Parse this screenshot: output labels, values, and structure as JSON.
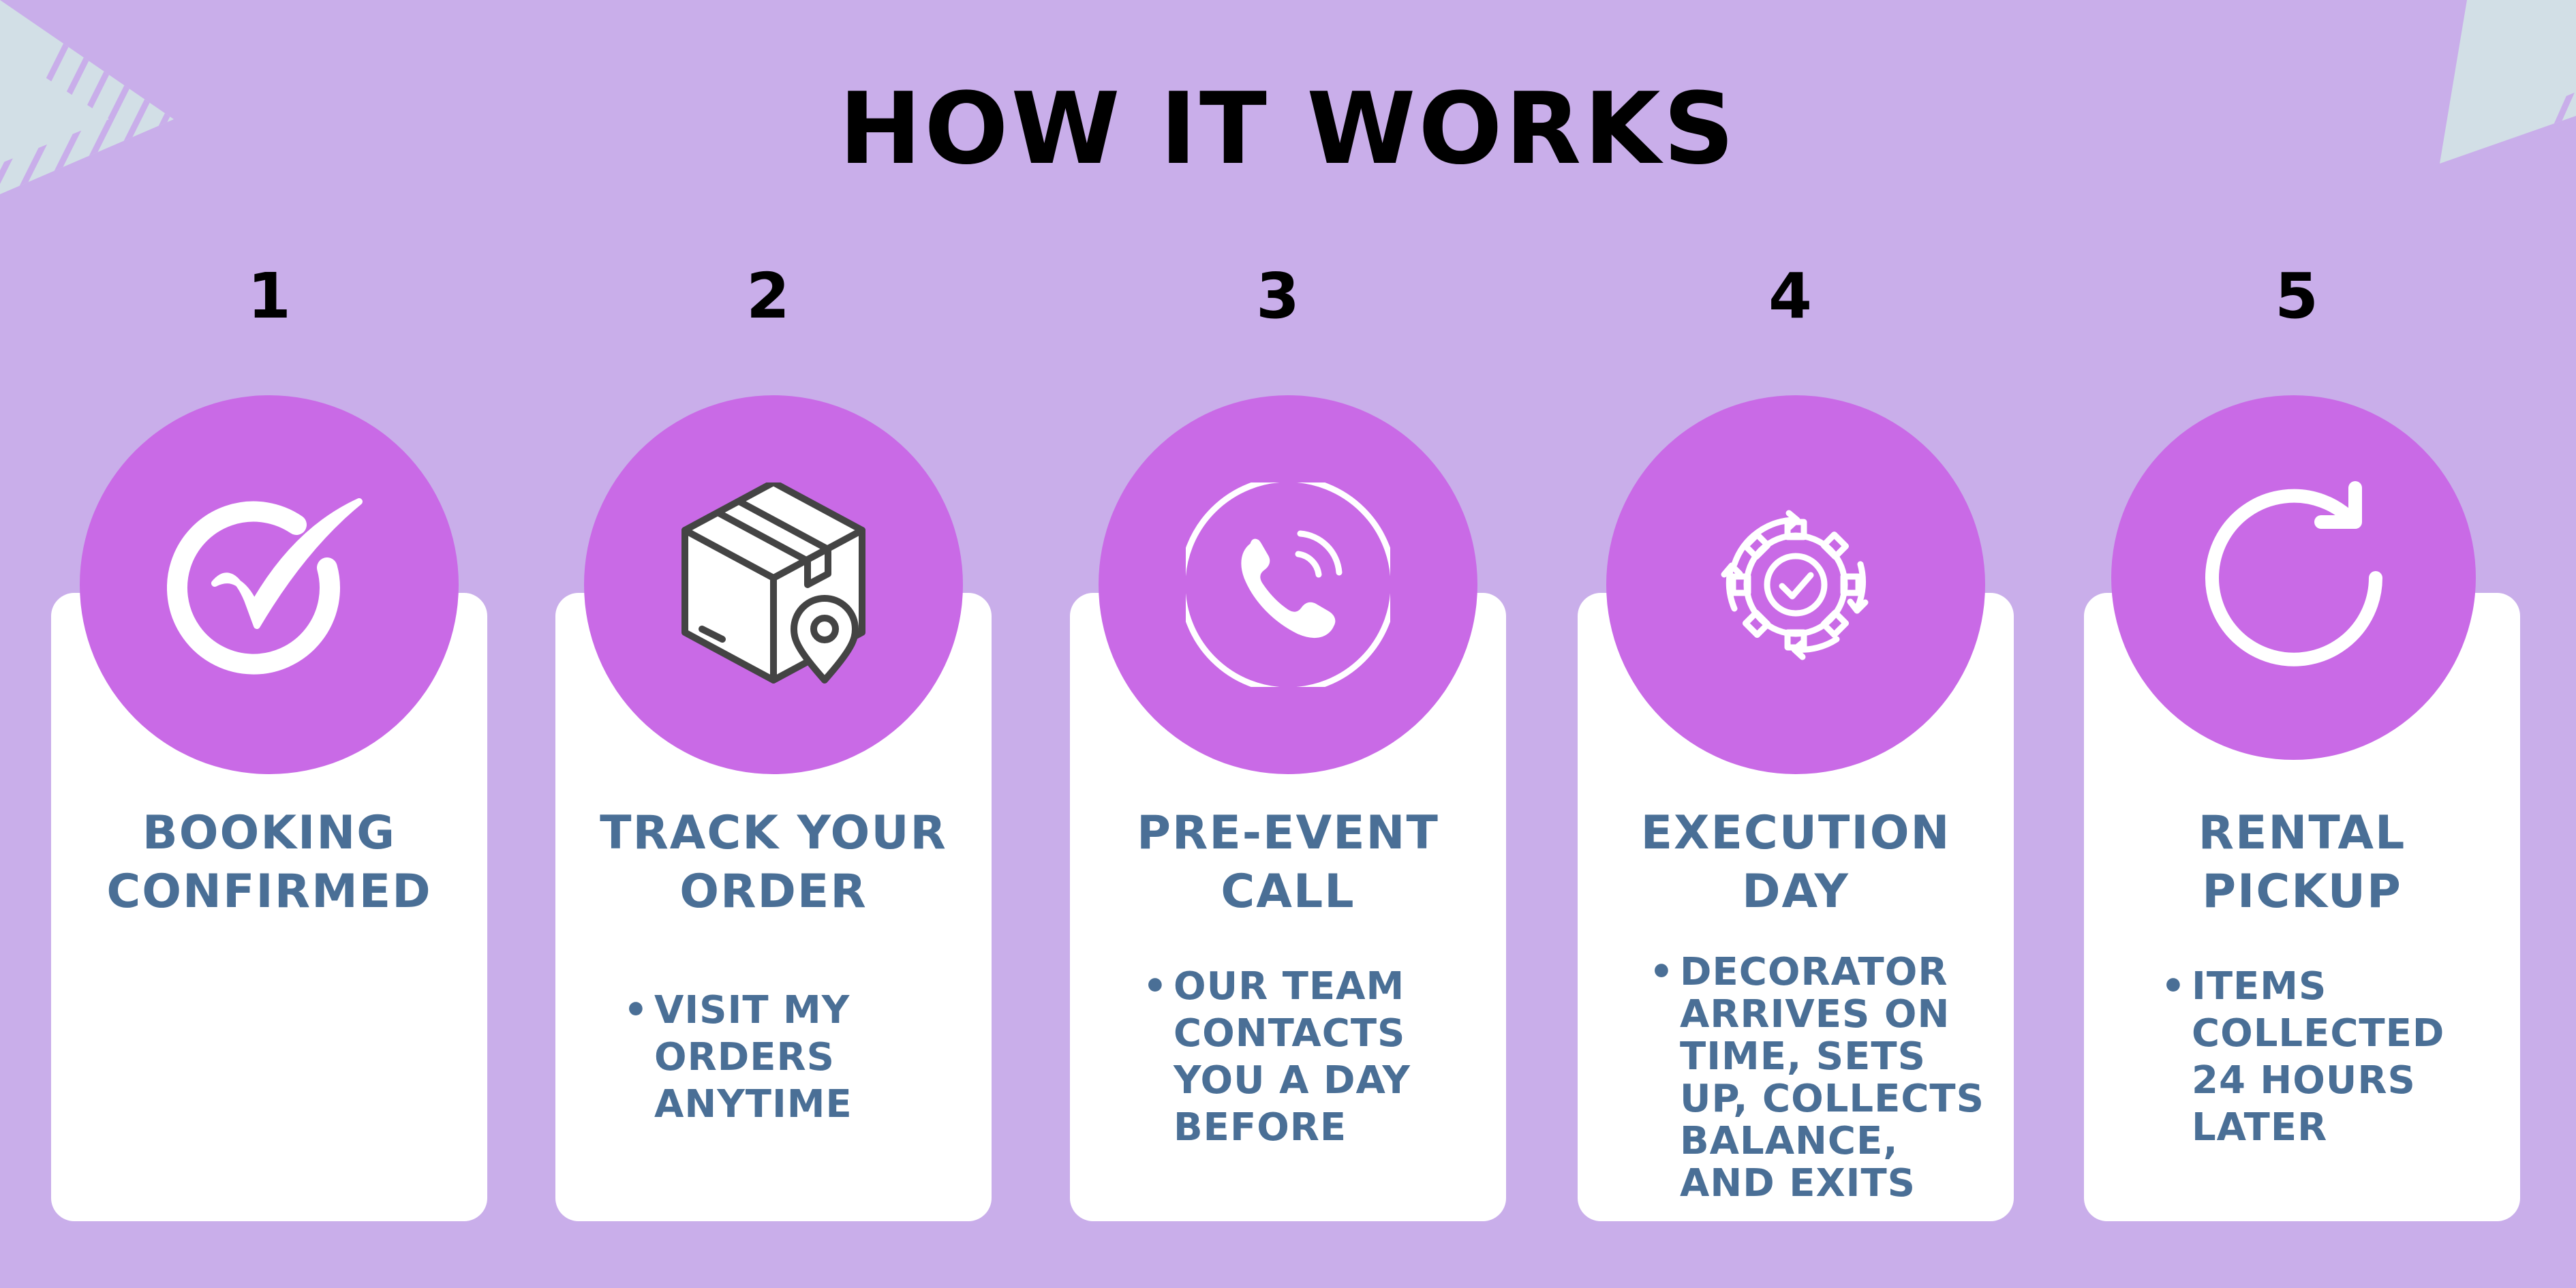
{
  "title": "HOW IT WORKS",
  "colors": {
    "background": "#c9aeea",
    "circle": "#c96ae6",
    "card": "#ffffff",
    "text": "#4a6f96",
    "decor": "#d2dfe6"
  },
  "steps": [
    {
      "number": "1",
      "heading": [
        "BOOKING",
        "CONFIRMED"
      ],
      "icon": "check-circle-icon",
      "bullet": []
    },
    {
      "number": "2",
      "heading": [
        "TRACK YOUR",
        "ORDER"
      ],
      "icon": "package-location-icon",
      "bullet": [
        "VISIT MY",
        "ORDERS",
        "ANYTIME"
      ]
    },
    {
      "number": "3",
      "heading": [
        "PRE-EVENT",
        "CALL"
      ],
      "icon": "phone-call-icon",
      "bullet": [
        "OUR TEAM",
        "CONTACTS",
        "YOU A DAY",
        "BEFORE"
      ]
    },
    {
      "number": "4",
      "heading": [
        "EXECUTION",
        "DAY"
      ],
      "icon": "gear-check-icon",
      "bullet": [
        "DECORATOR",
        "ARRIVES ON",
        "TIME, SETS",
        "UP, COLLECTS",
        "BALANCE,",
        "AND EXITS"
      ]
    },
    {
      "number": "5",
      "heading": [
        "RENTAL",
        "PICKUP"
      ],
      "icon": "refresh-arrow-icon",
      "bullet": [
        "ITEMS",
        "COLLECTED",
        "24 HOURS",
        "LATER"
      ]
    }
  ]
}
